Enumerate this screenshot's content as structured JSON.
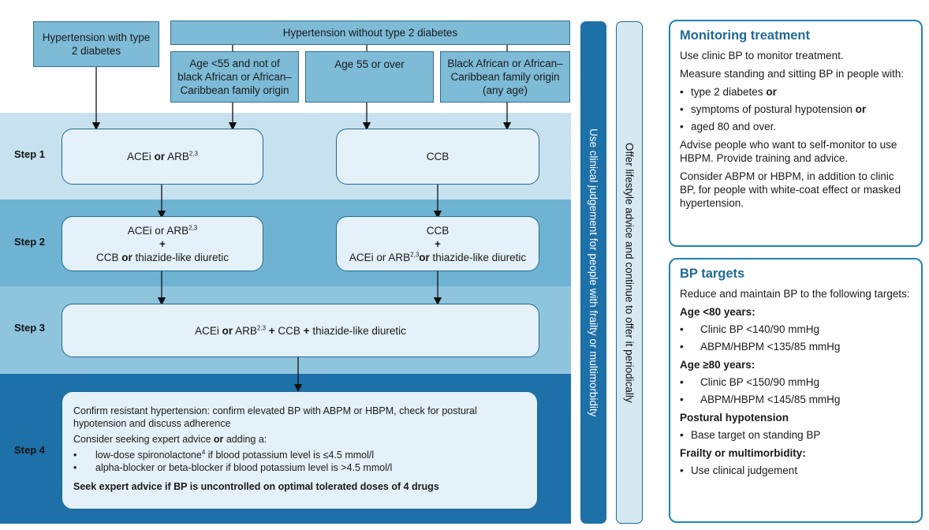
{
  "headers": {
    "hyp_t2d": "Hypertension with type 2 diabetes",
    "hyp_no_t2d": "Hypertension without type 2 diabetes",
    "age_under55": "Age <55 and not of black African or African–Caribbean family origin",
    "age_55_over": "Age 55 or over",
    "black_african": "Black African or African–Caribbean family origin (any age)"
  },
  "steps": {
    "step1": "Step 1",
    "step2": "Step 2",
    "step3": "Step 3",
    "step4": "Step 4"
  },
  "boxes": {
    "s1_left": {
      "a": "ACEi ",
      "or": "or",
      "b": " ARB",
      "sup": "2,3"
    },
    "s1_right": "CCB",
    "s2_left": {
      "l1a": "ACEi or ARB",
      "sup": "2,3",
      "plus": "+",
      "l3a": "CCB ",
      "or": "or",
      "l3b": " thiazide-like diuretic"
    },
    "s2_right": {
      "l1": "CCB",
      "plus": "+",
      "l3a": "ACEi or ARB",
      "sup": "2,3",
      "or": "or",
      "l3b": " thiazide-like diuretic"
    },
    "s3": {
      "a": "ACEi ",
      "or": "or",
      "b": " ARB",
      "sup": "2,3",
      "plus1": " + ",
      "c": "CCB",
      "plus2": " + ",
      "d": "thiazide-like diuretic"
    },
    "s4": {
      "p1": "Confirm resistant hypertension: confirm elevated BP with ABPM or HBPM, check for postural hypotension and discuss adherence",
      "p2a": "Consider seeking expert advice ",
      "p2or": "or",
      "p2b": " adding a:",
      "b1a": "low-dose spironolactone",
      "b1sup": "4",
      "b1b": " if blood potassium level is ≤4.5 mmol/l",
      "b2": "alpha-blocker or beta-blocker if blood potassium level is >4.5 mmol/l",
      "p3": "Seek expert advice if BP is uncontrolled on optimal tolerated doses of 4 drugs"
    }
  },
  "vertical": {
    "frailty": "Use clinical judgement for people with frailty or multimorbidity",
    "lifestyle": "Offer lifestyle advice and continue to offer it periodically"
  },
  "monitoring": {
    "title": "Monitoring treatment",
    "p1": "Use clinic BP to monitor treatment.",
    "p2": "Measure standing and sitting BP in people with:",
    "b1a": "type 2 diabetes ",
    "b1or": "or",
    "b2a": "symptoms of postural hypotension ",
    "b2or": "or",
    "b3": "aged 80 and over.",
    "p3": "Advise people who want to self-monitor to use HBPM. Provide training and advice.",
    "p4": "Consider ABPM or HBPM, in addition to clinic BP, for people with white-coat effect or masked hypertension."
  },
  "targets": {
    "title": "BP targets",
    "intro": "Reduce and maintain BP to the following targets:",
    "under80": "Age <80 years:",
    "u1": "Clinic BP <140/90 mmHg",
    "u2": "ABPM/HBPM <135/85 mmHg",
    "over80": "Age ≥80 years:",
    "o1": "Clinic BP <150/90 mmHg",
    "o2": "ABPM/HBPM <145/85 mmHg",
    "postural": "Postural hypotension",
    "pt1": "Base target on standing BP",
    "frailty": "Frailty or multimorbidity:",
    "f1": "Use clinical judgement"
  },
  "colors": {
    "band1": "#c7e1ee",
    "band2": "#6fb3d3",
    "band3": "#8fc4dd",
    "band4": "#1d70a8",
    "vbar_frailty": "#1d70a8",
    "vbar_lifestyle": "#d6e9f3",
    "panel_border": "#1f83b5"
  }
}
